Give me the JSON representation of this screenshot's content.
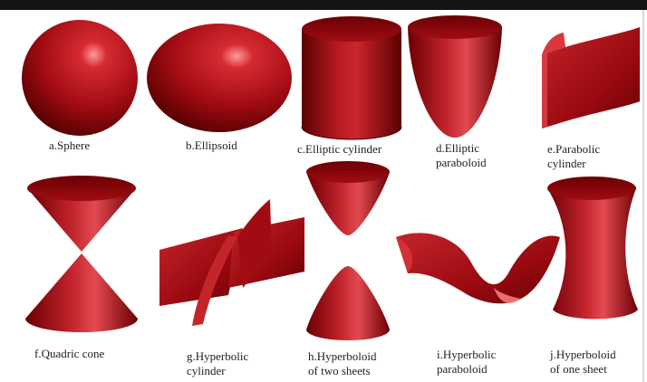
{
  "colors": {
    "dark": "#5a0000",
    "mid": "#a60c12",
    "light": "#d33037",
    "highlight": "#ff8a8a",
    "top_bar": "#141414"
  },
  "surfaces": [
    {
      "id": "sphere",
      "label": "a.Sphere"
    },
    {
      "id": "ellipsoid",
      "label": "b.Ellipsoid"
    },
    {
      "id": "elliptic-cylinder",
      "label": "c.Elliptic cylinder"
    },
    {
      "id": "elliptic-paraboloid",
      "label": "d.Elliptic\nparaboloid"
    },
    {
      "id": "parabolic-cylinder",
      "label": "e.Parabolic\ncylinder"
    },
    {
      "id": "quadric-cone",
      "label": "f.Quadric cone"
    },
    {
      "id": "hyperbolic-cylinder",
      "label": "g.Hyperbolic\ncylinder"
    },
    {
      "id": "hyperboloid-two-sheets",
      "label": "h.Hyperboloid\nof two sheets"
    },
    {
      "id": "hyperbolic-paraboloid",
      "label": "i.Hyperbolic\nparaboloid"
    },
    {
      "id": "hyperboloid-one-sheet",
      "label": "j.Hyperboloid\nof one sheet"
    }
  ]
}
